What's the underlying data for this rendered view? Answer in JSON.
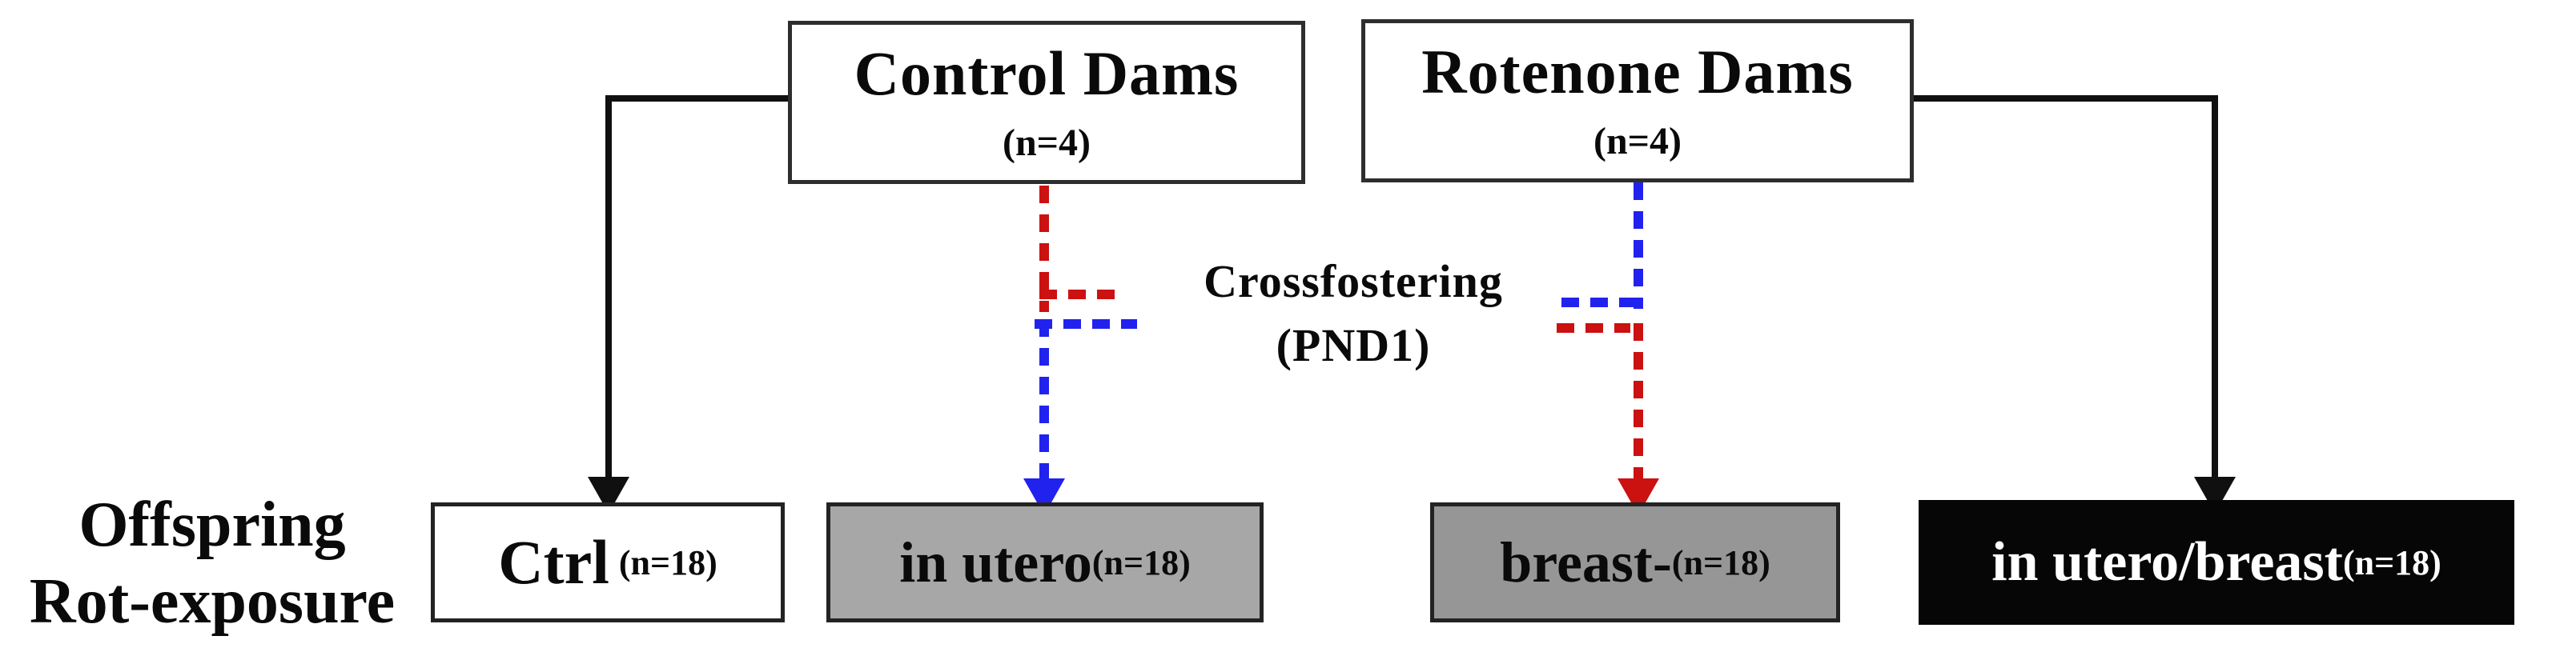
{
  "top_row": {
    "control_dams": {
      "title": "Control Dams",
      "count": "(n=4)"
    },
    "rotenone_dams": {
      "title": "Rotenone Dams",
      "count": "(n=4)"
    }
  },
  "crossfostering": {
    "line1": "Crossfostering",
    "line2": "(PND1)"
  },
  "row_label": {
    "line1": "Offspring",
    "line2": "Rot-exposure"
  },
  "offspring_groups": {
    "ctrl": {
      "label": "Ctrl",
      "count": "(n=18)"
    },
    "in_utero": {
      "label": "in utero",
      "count": "(n=18)"
    },
    "breast": {
      "label": "breast-",
      "count": "(n=18)"
    },
    "in_utero_breast": {
      "label": "in utero/breast",
      "count": "(n=18)"
    }
  },
  "colors": {
    "crossfoster_line_from_control": "#cc1111",
    "crossfoster_line_from_rotenone": "#2222ee",
    "in_utero_box_bg": "#a7a7a7",
    "breast_box_bg": "#969696",
    "in_utero_breast_box_bg": "#060606",
    "solid_line": "#101010"
  }
}
